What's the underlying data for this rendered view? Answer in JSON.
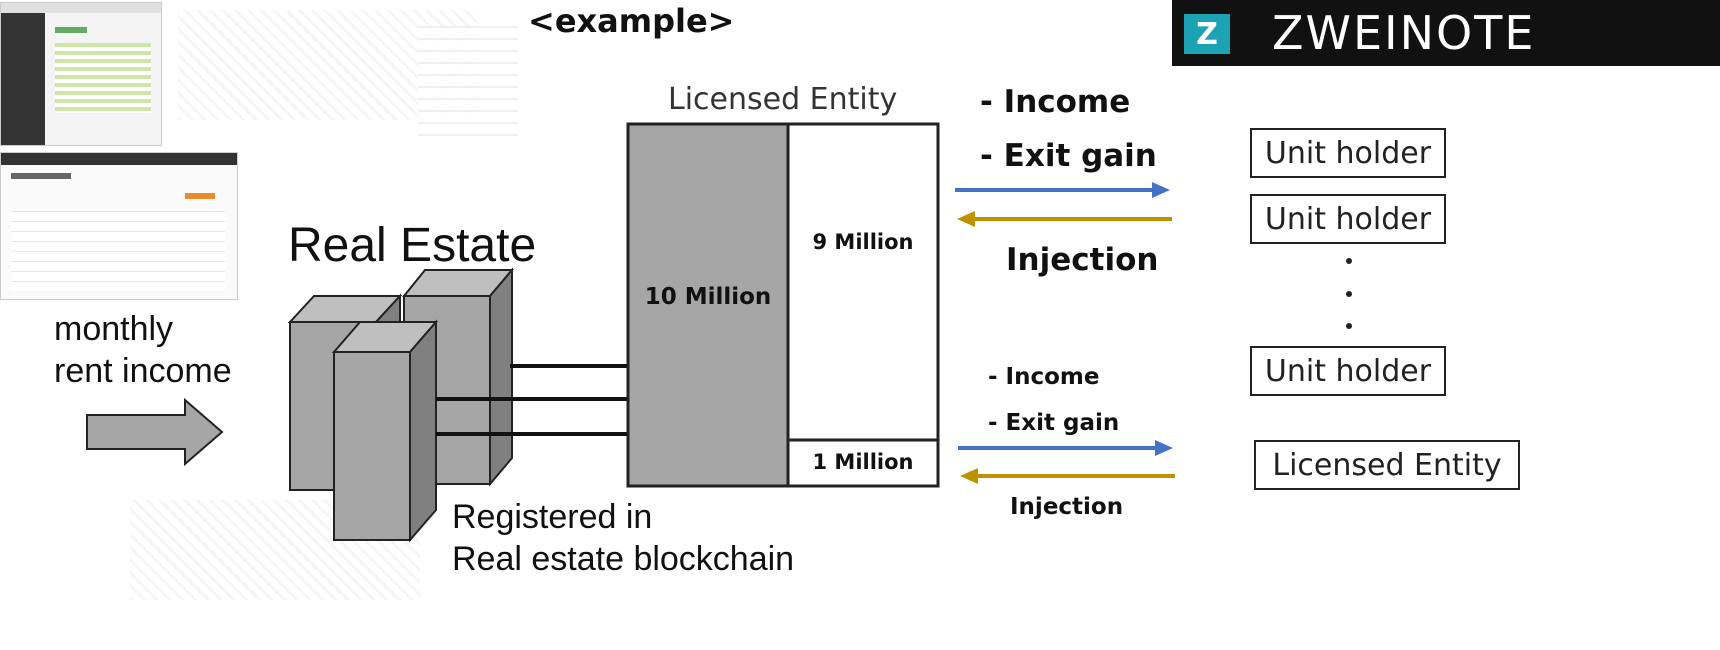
{
  "header": {
    "example_label": "<example>"
  },
  "logo": {
    "text": "ZWEINOTE",
    "mark": "Z",
    "bg_color": "#111111",
    "mark_color": "#1ba3b3"
  },
  "diagram": {
    "real_estate_title": "Real Estate",
    "rent_label_line1": "monthly",
    "rent_label_line2": "rent income",
    "registered_line1": "Registered in",
    "registered_line2": "Real estate blockchain",
    "entity_title": "Licensed Entity",
    "left_block_value": "10 Million",
    "right_top_value": "9 Million",
    "right_bottom_value": "1 Million",
    "top_flow": {
      "income": "- Income",
      "exit_gain": "- Exit gain",
      "injection": "Injection"
    },
    "bottom_flow": {
      "income": "- Income",
      "exit_gain": "- Exit gain",
      "injection": "Injection"
    },
    "holders": [
      "Unit holder",
      "Unit holder",
      "Unit holder"
    ],
    "licensed_entity_box": "Licensed Entity",
    "colors": {
      "out_arrow": "#4472c4",
      "in_arrow": "#bf9000",
      "block_gray": "#a6a6a6"
    }
  }
}
